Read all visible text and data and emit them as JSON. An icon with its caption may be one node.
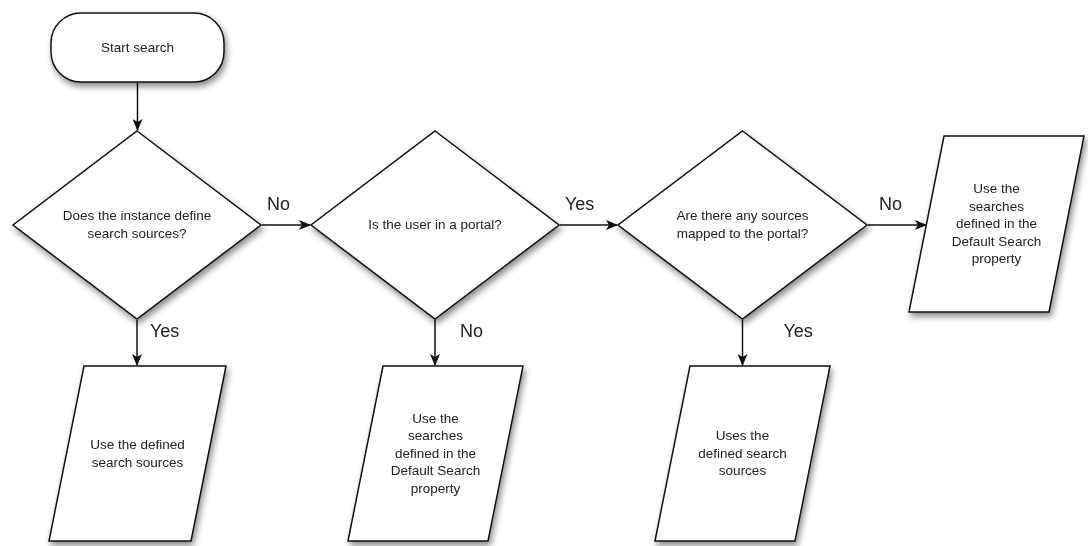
{
  "diagram": {
    "nodes": [
      {
        "text": [
          "Start search"
        ]
      },
      {
        "text": [
          "Does the instance define search sources?"
        ]
      },
      {
        "text": [
          "Is the user in a portal?"
        ]
      },
      {
        "text": [
          "Are there any sources mapped to the portal?"
        ]
      },
      {
        "text": [
          "Use the searches defined in the Default Search property"
        ]
      },
      {
        "text": [
          "Use the defined search sources"
        ]
      },
      {
        "text": [
          "Use the searches defined in the Default Search property"
        ]
      },
      {
        "text": [
          "Uses the defined search sources"
        ]
      }
    ],
    "edges": [
      {
        "from": 0,
        "to": 1,
        "arrow": "to"
      },
      {
        "from": 1,
        "to": 2,
        "arrow": "to",
        "label": "No"
      },
      {
        "from": 2,
        "to": 3,
        "arrow": "to",
        "label": "Yes"
      },
      {
        "from": 3,
        "to": 4,
        "arrow": "to",
        "label": "No"
      },
      {
        "from": 1,
        "to": 5,
        "arrow": "to",
        "label": "Yes"
      },
      {
        "from": 2,
        "to": 6,
        "arrow": "to",
        "label": "No"
      },
      {
        "from": 3,
        "to": 7,
        "arrow": "to",
        "label": "Yes"
      }
    ]
  }
}
